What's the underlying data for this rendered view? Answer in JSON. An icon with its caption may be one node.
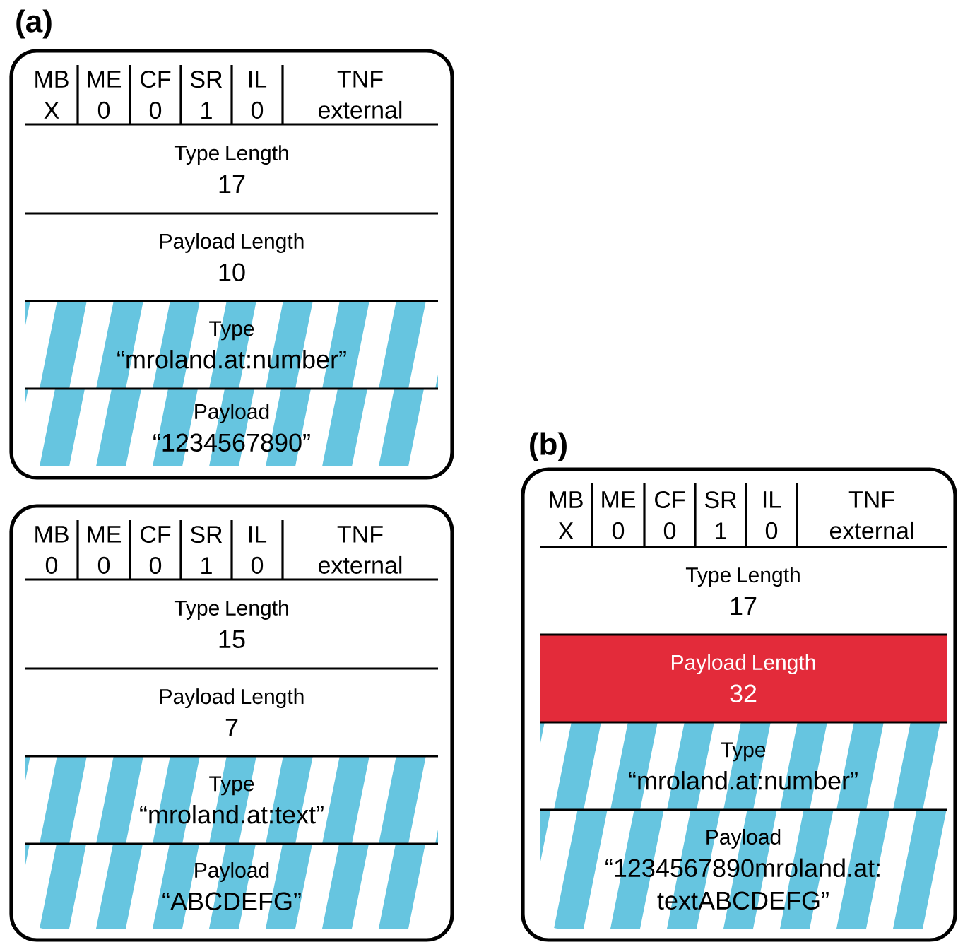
{
  "diagram": {
    "nodes": [
      {
        "text": [],
        "shape": "box"
      },
      {
        "text": [
          "MB",
          "X"
        ],
        "in": 0
      },
      {
        "text": [
          "ME",
          "0"
        ],
        "in": 0
      },
      {
        "text": [
          "CF",
          "0"
        ],
        "in": 0
      },
      {
        "text": [
          "SR",
          "1"
        ],
        "in": 0
      },
      {
        "text": [
          "IL",
          "0"
        ],
        "in": 0
      },
      {
        "text": [
          "TNF",
          "external"
        ],
        "in": 0
      },
      {
        "text": [
          "Type Length",
          "17"
        ],
        "in": 0
      },
      {
        "text": [
          "Payload Length",
          "10"
        ],
        "in": 0
      },
      {
        "text": [
          "Type",
          "“mroland.at:number”"
        ],
        "in": 0
      },
      {
        "text": [
          "Payload",
          "“1234567890”"
        ],
        "in": 0
      },
      {
        "text": [],
        "shape": "box"
      },
      {
        "text": [
          "MB",
          "0"
        ],
        "in": 11
      },
      {
        "text": [
          "ME",
          "0"
        ],
        "in": 11
      },
      {
        "text": [
          "CF",
          "0"
        ],
        "in": 11
      },
      {
        "text": [
          "SR",
          "1"
        ],
        "in": 11
      },
      {
        "text": [
          "IL",
          "0"
        ],
        "in": 11
      },
      {
        "text": [
          "TNF",
          "external"
        ],
        "in": 11
      },
      {
        "text": [
          "Type Length",
          "15"
        ],
        "in": 11
      },
      {
        "text": [
          "Payload Length",
          "7"
        ],
        "in": 11
      },
      {
        "text": [
          "Type",
          "“mroland.at:text”"
        ],
        "in": 11
      },
      {
        "text": [
          "Payload",
          "“ABCDEFG”"
        ],
        "in": 11
      },
      {
        "text": [],
        "shape": "box"
      },
      {
        "text": [
          "MB",
          "X"
        ],
        "in": 22
      },
      {
        "text": [
          "ME",
          "0"
        ],
        "in": 22
      },
      {
        "text": [
          "CF",
          "0"
        ],
        "in": 22
      },
      {
        "text": [
          "SR",
          "1"
        ],
        "in": 22
      },
      {
        "text": [
          "IL",
          "0"
        ],
        "in": 22
      },
      {
        "text": [
          "TNF",
          "external"
        ],
        "in": 22
      },
      {
        "text": [
          "Type Length",
          "17"
        ],
        "in": 22
      },
      {
        "text": [
          "Payload Length",
          "32"
        ],
        "in": 22
      },
      {
        "text": [
          "Type",
          "“mroland.at:number”"
        ],
        "in": 22
      },
      {
        "text": [
          "Payload",
          "“1234567890mroland.at: textABCDEFG”"
        ],
        "in": 22
      }
    ],
    "labels": [
      "(a)",
      "(b)"
    ]
  }
}
